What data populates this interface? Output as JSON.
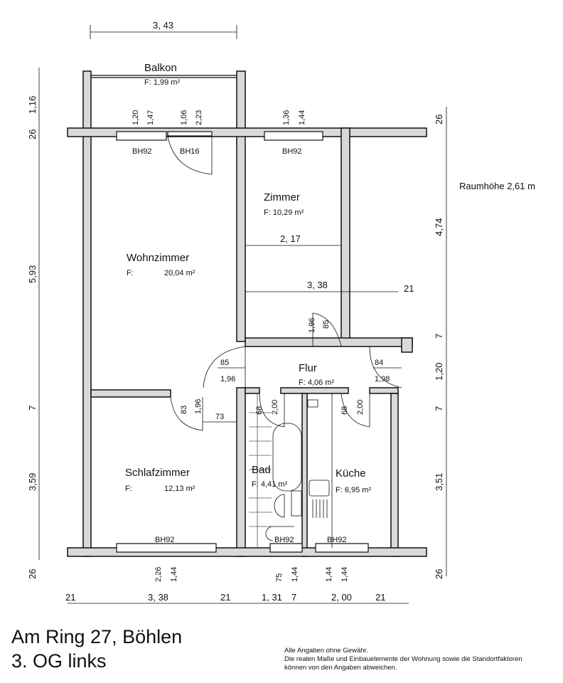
{
  "title": {
    "line1": "Am Ring 27, Böhlen",
    "line2": "3. OG links"
  },
  "disclaimer": {
    "line1": "Alle Angaben ohne Gewähr.",
    "line2": "Die realen Maße und Einbauelemente der Wohnung sowie die Standortfaktoren",
    "line3": "können von den Angaben abweichen."
  },
  "ceiling_height": "Raumhöhe 2,61 m",
  "rooms": {
    "balkon": {
      "name": "Balkon",
      "area": "F: 1,99 m²"
    },
    "zimmer": {
      "name": "Zimmer",
      "area": "F: 10,29 m²"
    },
    "wohnzimmer": {
      "name": "Wohnzimmer",
      "area_label": "F:",
      "area": "20,04 m²"
    },
    "flur": {
      "name": "Flur",
      "area": "F: 4,06 m²"
    },
    "schlafzimmer": {
      "name": "Schlafzimmer",
      "area_label": "F:",
      "area": "12,13 m²"
    },
    "bad": {
      "name": "Bad",
      "area": "F: 4,41 m²"
    },
    "kueche": {
      "name": "Küche",
      "area": "F: 6,95 m²"
    }
  },
  "windows": [
    "BH92",
    "BH16",
    "BH92",
    "BH92",
    "BH92",
    "BH92"
  ],
  "dims": {
    "top": "3, 43",
    "left": [
      "1,16",
      "26",
      "5,93",
      "7",
      "3,59",
      "26"
    ],
    "right": [
      "26",
      "4,74",
      "7",
      "1,20",
      "7",
      "3,51",
      "26"
    ],
    "bottom": [
      "21",
      "3, 38",
      "21",
      "1, 31",
      "7",
      "2, 00",
      "21"
    ],
    "zimmer_inner": [
      "2, 17",
      "3, 38",
      "21"
    ],
    "openings": [
      "1,20",
      "1,47",
      "1,06",
      "2,23",
      "1,36",
      "1,44",
      "2,26",
      "1,44",
      "75",
      "1,44",
      "1,44",
      "1,44"
    ],
    "doors": [
      "85",
      "1,96",
      "84",
      "1,98",
      "83",
      "1,96",
      "73",
      "1,96",
      "85",
      "68",
      "2,00",
      "68",
      "2,00"
    ]
  }
}
